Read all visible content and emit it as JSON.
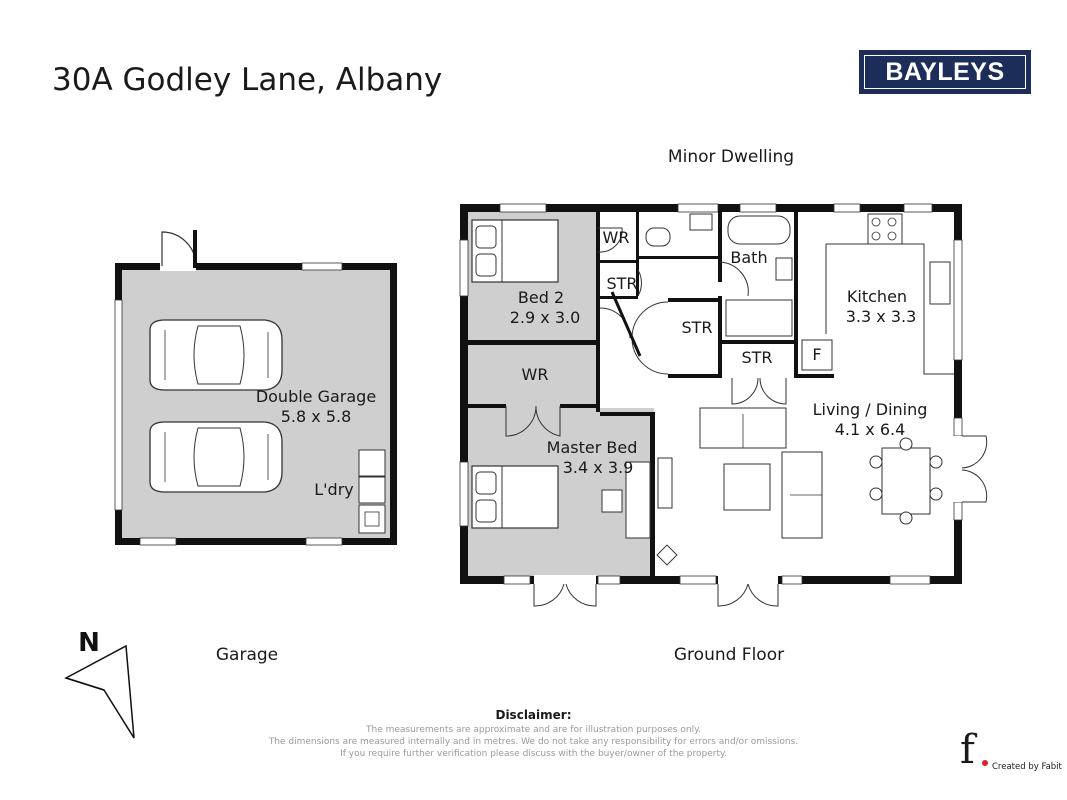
{
  "header": {
    "title": "30A Godley Lane, Albany",
    "logo_text": "BAYLEYS",
    "brand_color": "#1c2d59"
  },
  "floorplan": {
    "minor_dwelling_label": "Minor Dwelling",
    "sections": {
      "garage": "Garage",
      "ground_floor": "Ground Floor"
    },
    "rooms": {
      "double_garage": {
        "name": "Double Garage",
        "size": "5.8 x 5.8"
      },
      "laundry": {
        "name": "L'dry"
      },
      "bed2": {
        "name": "Bed 2",
        "size": "2.9 x 3.0"
      },
      "wr_bed2": {
        "name": "WR"
      },
      "str_bed2": {
        "name": "STR"
      },
      "bath": {
        "name": "Bath"
      },
      "str_hall": {
        "name": "STR"
      },
      "str_living": {
        "name": "STR"
      },
      "kitchen": {
        "name": "Kitchen",
        "size": "3.3 x 3.3"
      },
      "fridge": {
        "name": "F"
      },
      "wr_master": {
        "name": "WR"
      },
      "master_bed": {
        "name": "Master Bed",
        "size": "3.4 x 3.9"
      },
      "living_dining": {
        "name": "Living / Dining",
        "size": "4.1 x 6.4"
      }
    },
    "compass": {
      "label": "N"
    },
    "colors": {
      "shaded_room": "#cfcfcf",
      "wall": "#111111"
    }
  },
  "disclaimer": {
    "title": "Disclaimer:",
    "lines": [
      "The measurements are approximate and are for illustration purposes only.",
      "The dimensions are measured internally and in metres. We do not take any responsibility for errors and/or omissions.",
      "If you require further verification please discuss with the buyer/owner of the property."
    ]
  },
  "credit": {
    "text": "Created by Fabit",
    "mark": "f"
  }
}
